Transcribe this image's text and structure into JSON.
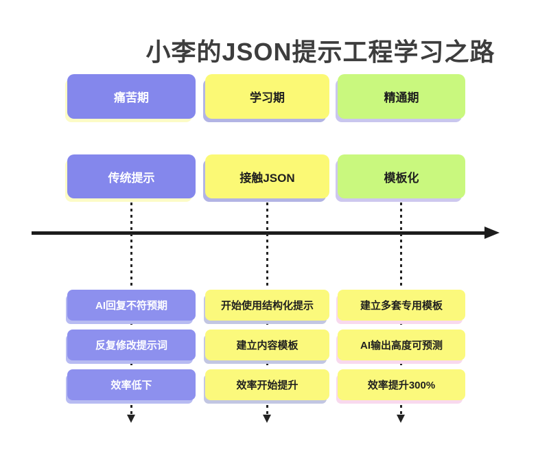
{
  "title": "小李的JSON提示工程学习之路",
  "timeline": {
    "direction": "left-to-right",
    "axis_color": "#1c1c1c",
    "connector_style": "dashed"
  },
  "colors": {
    "purple": "#8487ec",
    "yellow": "#fbf975",
    "green": "#c9f87e",
    "shadow_pale_yellow": "#fcfbc6",
    "shadow_periwinkle": "#b2b4e4",
    "shadow_lavender": "#c9c6ee",
    "shadow_pink": "#f8d9ee",
    "title_text": "#3d3d3d"
  },
  "columns": [
    {
      "period": "痛苦期",
      "stage": "传统提示",
      "theme": "purple",
      "items": [
        "AI回复不符预期",
        "反复修改提示词",
        "效率低下"
      ]
    },
    {
      "period": "学习期",
      "stage": "接触JSON",
      "theme": "yellow",
      "items": [
        "开始使用结构化提示",
        "建立内容模板",
        "效率开始提升"
      ]
    },
    {
      "period": "精通期",
      "stage": "模板化",
      "theme": "green",
      "items": [
        "建立多套专用模板",
        "AI输出高度可预测",
        "效率提升300%"
      ]
    }
  ]
}
